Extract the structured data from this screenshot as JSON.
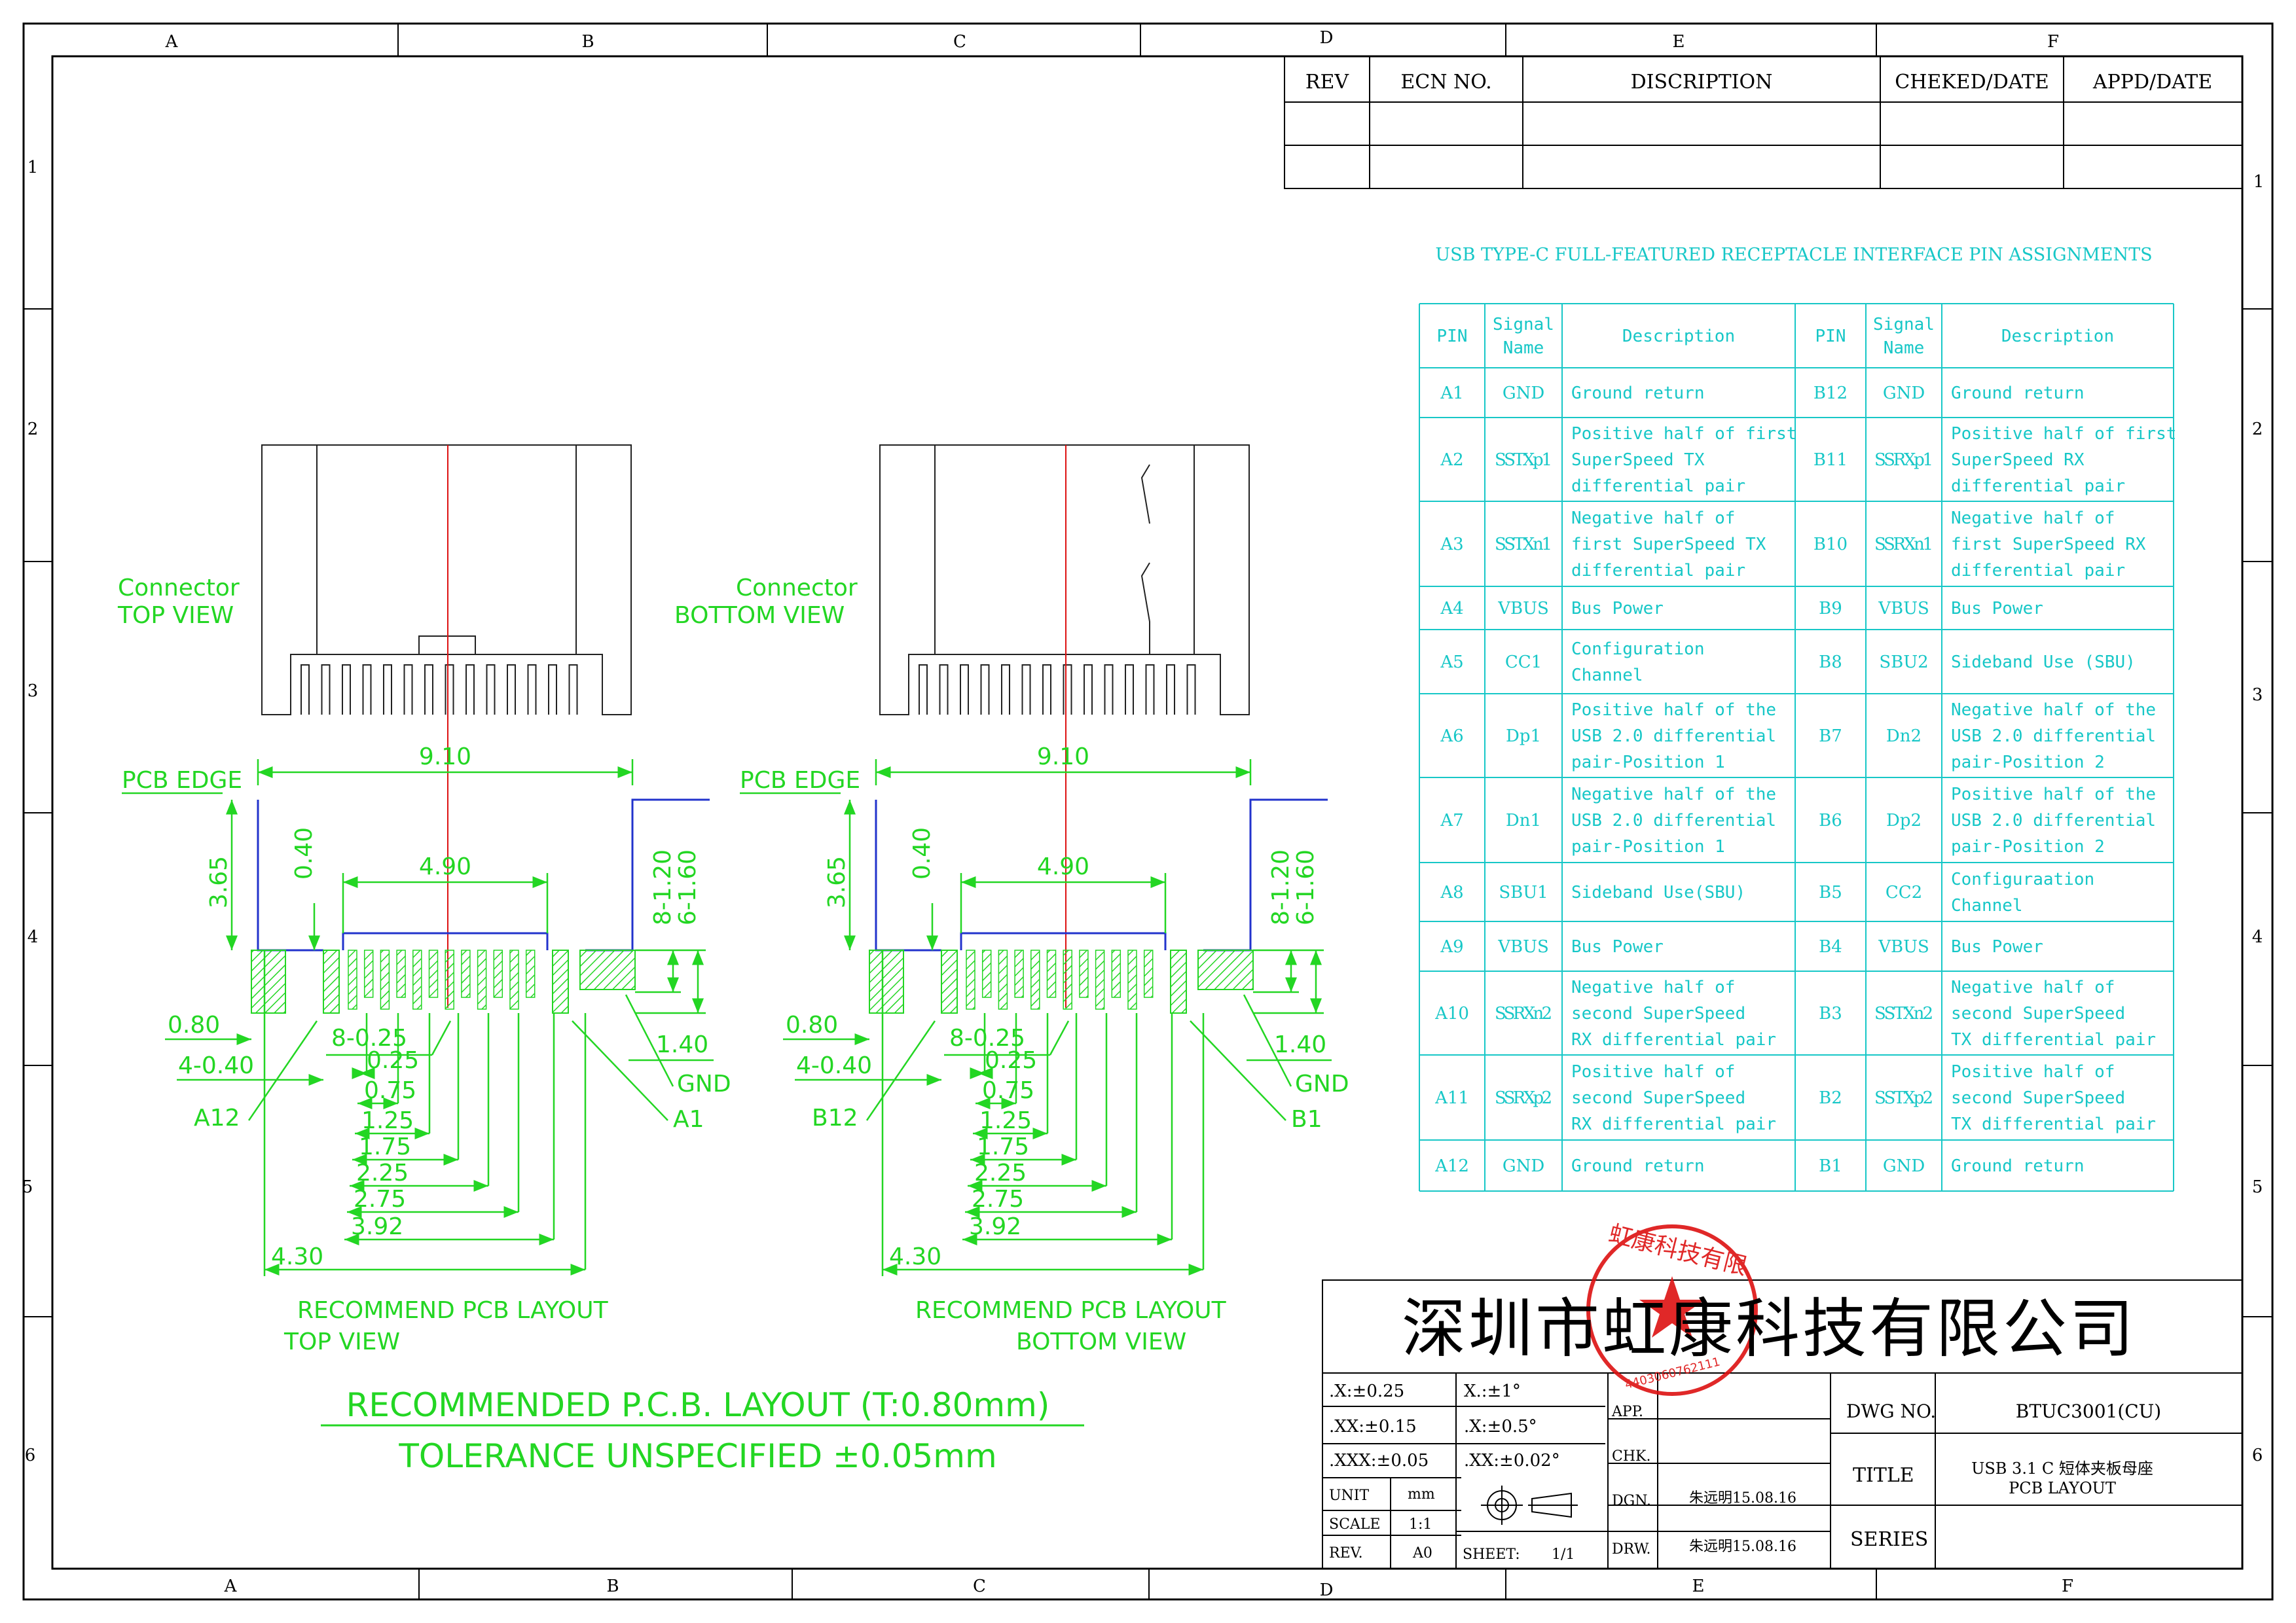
{
  "colors": {
    "green": "#23d623",
    "cyan": "#17c7c7",
    "blue": "#2233cc",
    "red": "#dd1111",
    "black": "#000000",
    "ink": "#222222"
  },
  "border": {
    "cols_top": [
      "A",
      "B",
      "C",
      "D",
      "E",
      "F"
    ],
    "cols_bottom": [
      "A",
      "B",
      "C",
      "D",
      "E",
      "F"
    ],
    "rows_left": [
      "1",
      "2",
      "3",
      "4",
      "5",
      "6"
    ],
    "rows_right": [
      "1",
      "2",
      "3",
      "4",
      "5",
      "6"
    ]
  },
  "revision_table": {
    "headers": [
      "REV",
      "ECN NO.",
      "DISCRIPTION",
      "CHEKED/DATE",
      "APPD/DATE"
    ]
  },
  "views": {
    "top": {
      "view_label": [
        "Connector",
        "TOP VIEW"
      ],
      "pcb_edge": "PCB EDGE",
      "dims": {
        "width": "9.10",
        "depth": "3.65",
        "gap": "0.40",
        "inner": "4.90",
        "d81": "8-1.20",
        "d61": "6-1.60",
        "d080": "0.80",
        "d440": "4-0.40",
        "d825": "8-0.25",
        "d140": "1.40",
        "d025": "0.25",
        "d075": "0.75",
        "d125": "1.25",
        "d175": "1.75",
        "d225": "2.25",
        "d275": "2.75",
        "d392": "3.92",
        "d430": "4.30"
      },
      "pin_left": "A12",
      "pin_right": "A1",
      "gnd": "GND",
      "layout_title": [
        "RECOMMEND PCB LAYOUT",
        "TOP VIEW"
      ]
    },
    "bottom": {
      "view_label": [
        "Connector",
        "BOTTOM VIEW"
      ],
      "pcb_edge": "PCB EDGE",
      "dims": {
        "width": "9.10",
        "depth": "3.65",
        "gap": "0.40",
        "inner": "4.90",
        "d81": "8-1.20",
        "d61": "6-1.60",
        "d080": "0.80",
        "d440": "4-0.40",
        "d825": "8-0.25",
        "d140": "1.40",
        "d025": "0.25",
        "d075": "0.75",
        "d125": "1.25",
        "d175": "1.75",
        "d225": "2.25",
        "d275": "2.75",
        "d392": "3.92",
        "d430": "4.30"
      },
      "pin_left": "B12",
      "pin_right": "B1",
      "gnd": "GND",
      "layout_title": [
        "RECOMMEND PCB LAYOUT",
        "BOTTOM VIEW"
      ]
    }
  },
  "notes": {
    "line1": "RECOMMENDED   P.C.B. LAYOUT (T:0.80mm)",
    "line2": "TOLERANCE UNSPECIFIED ±0.05mm"
  },
  "pin_table": {
    "title": "USB TYPE-C FULL-FEATURED RECEPTACLE INTERFACE PIN ASSIGNMENTS",
    "headers": [
      "PIN",
      [
        "Signal",
        "Name"
      ],
      "Description",
      "PIN",
      [
        "Signal",
        "Name"
      ],
      "Description"
    ],
    "rows": [
      {
        "pin_a": "A1",
        "sig_a": "GND",
        "desc_a": [
          "Ground return"
        ],
        "pin_b": "B12",
        "sig_b": "GND",
        "desc_b": [
          "Ground return"
        ]
      },
      {
        "pin_a": "A2",
        "sig_a": "SSTXp1",
        "desc_a": [
          "Positive half of first",
          "SuperSpeed TX",
          "differential pair"
        ],
        "pin_b": "B11",
        "sig_b": "SSRXp1",
        "desc_b": [
          "Positive half of first",
          "SuperSpeed RX",
          "differential pair"
        ]
      },
      {
        "pin_a": "A3",
        "sig_a": "SSTXn1",
        "desc_a": [
          "Negative half of",
          "first SuperSpeed TX",
          "differential pair"
        ],
        "pin_b": "B10",
        "sig_b": "SSRXn1",
        "desc_b": [
          "Negative half of",
          "first SuperSpeed RX",
          "differential pair"
        ]
      },
      {
        "pin_a": "A4",
        "sig_a": "VBUS",
        "desc_a": [
          "Bus Power"
        ],
        "pin_b": "B9",
        "sig_b": "VBUS",
        "desc_b": [
          "Bus Power"
        ]
      },
      {
        "pin_a": "A5",
        "sig_a": "CC1",
        "desc_a": [
          "Configuration",
          "Channel"
        ],
        "pin_b": "B8",
        "sig_b": "SBU2",
        "desc_b": [
          "Sideband Use (SBU)"
        ]
      },
      {
        "pin_a": "A6",
        "sig_a": "Dp1",
        "desc_a": [
          "Positive half of the",
          "USB 2.0 differential",
          "pair-Position 1"
        ],
        "pin_b": "B7",
        "sig_b": "Dn2",
        "desc_b": [
          "Negative half of the",
          "USB 2.0 differential",
          "pair-Position 2"
        ]
      },
      {
        "pin_a": "A7",
        "sig_a": "Dn1",
        "desc_a": [
          "Negative half of the",
          "USB 2.0 differential",
          "pair-Position 1"
        ],
        "pin_b": "B6",
        "sig_b": "Dp2",
        "desc_b": [
          "Positive half of the",
          "USB 2.0 differential",
          "pair-Position 2"
        ]
      },
      {
        "pin_a": "A8",
        "sig_a": "SBU1",
        "desc_a": [
          "Sideband Use(SBU)"
        ],
        "pin_b": "B5",
        "sig_b": "CC2",
        "desc_b": [
          "Configuraation",
          "Channel"
        ]
      },
      {
        "pin_a": "A9",
        "sig_a": "VBUS",
        "desc_a": [
          "Bus Power"
        ],
        "pin_b": "B4",
        "sig_b": "VBUS",
        "desc_b": [
          "Bus Power"
        ]
      },
      {
        "pin_a": "A10",
        "sig_a": "SSRXn2",
        "desc_a": [
          "Negative half of",
          "second SuperSpeed",
          "RX differential pair"
        ],
        "pin_b": "B3",
        "sig_b": "SSTXn2",
        "desc_b": [
          "Negative half of",
          "second SuperSpeed",
          "TX differential pair"
        ]
      },
      {
        "pin_a": "A11",
        "sig_a": "SSRXp2",
        "desc_a": [
          "Positive half of",
          "second SuperSpeed",
          "RX differential pair"
        ],
        "pin_b": "B2",
        "sig_b": "SSTXp2",
        "desc_b": [
          "Positive half of",
          "second SuperSpeed",
          "TX differential pair"
        ]
      },
      {
        "pin_a": "A12",
        "sig_a": "GND",
        "desc_a": [
          "Ground return"
        ],
        "pin_b": "B1",
        "sig_b": "GND",
        "desc_b": [
          "Ground return"
        ]
      }
    ]
  },
  "title_block": {
    "company": "深圳市虹康科技有限公司",
    "tol_x": ".X:±0.25",
    "tol_xx": ".XX:±0.15",
    "tol_xxx": ".XXX:±0.05",
    "ang_x": "X.:±1°",
    "ang_xx": ".X:±0.5°",
    "ang_xxx": ".XX:±0.02°",
    "unit_label": "UNIT",
    "unit_value": "mm",
    "scale_label": "SCALE",
    "scale_value": "1:1",
    "rev_label": "REV.",
    "rev_value": "A0",
    "sheet_label": "SHEET:",
    "sheet_value": "1/1",
    "app_label": "APP.",
    "chk_label": "CHK.",
    "dgn_label": "DGN.",
    "dgn_value": "朱远明15.08.16",
    "drw_label": "DRW.",
    "drw_value": "朱远明15.08.16",
    "dwg_no_label": "DWG NO.",
    "dwg_no_value": "BTUC3001(CU)",
    "title_label": "TITLE",
    "title_value": [
      "USB 3.1 C 短体夹板母座",
      "PCB LAYOUT"
    ],
    "series_label": "SERIES",
    "stamp": {
      "text": "虹康科技有限",
      "number": "4403060762111"
    }
  }
}
